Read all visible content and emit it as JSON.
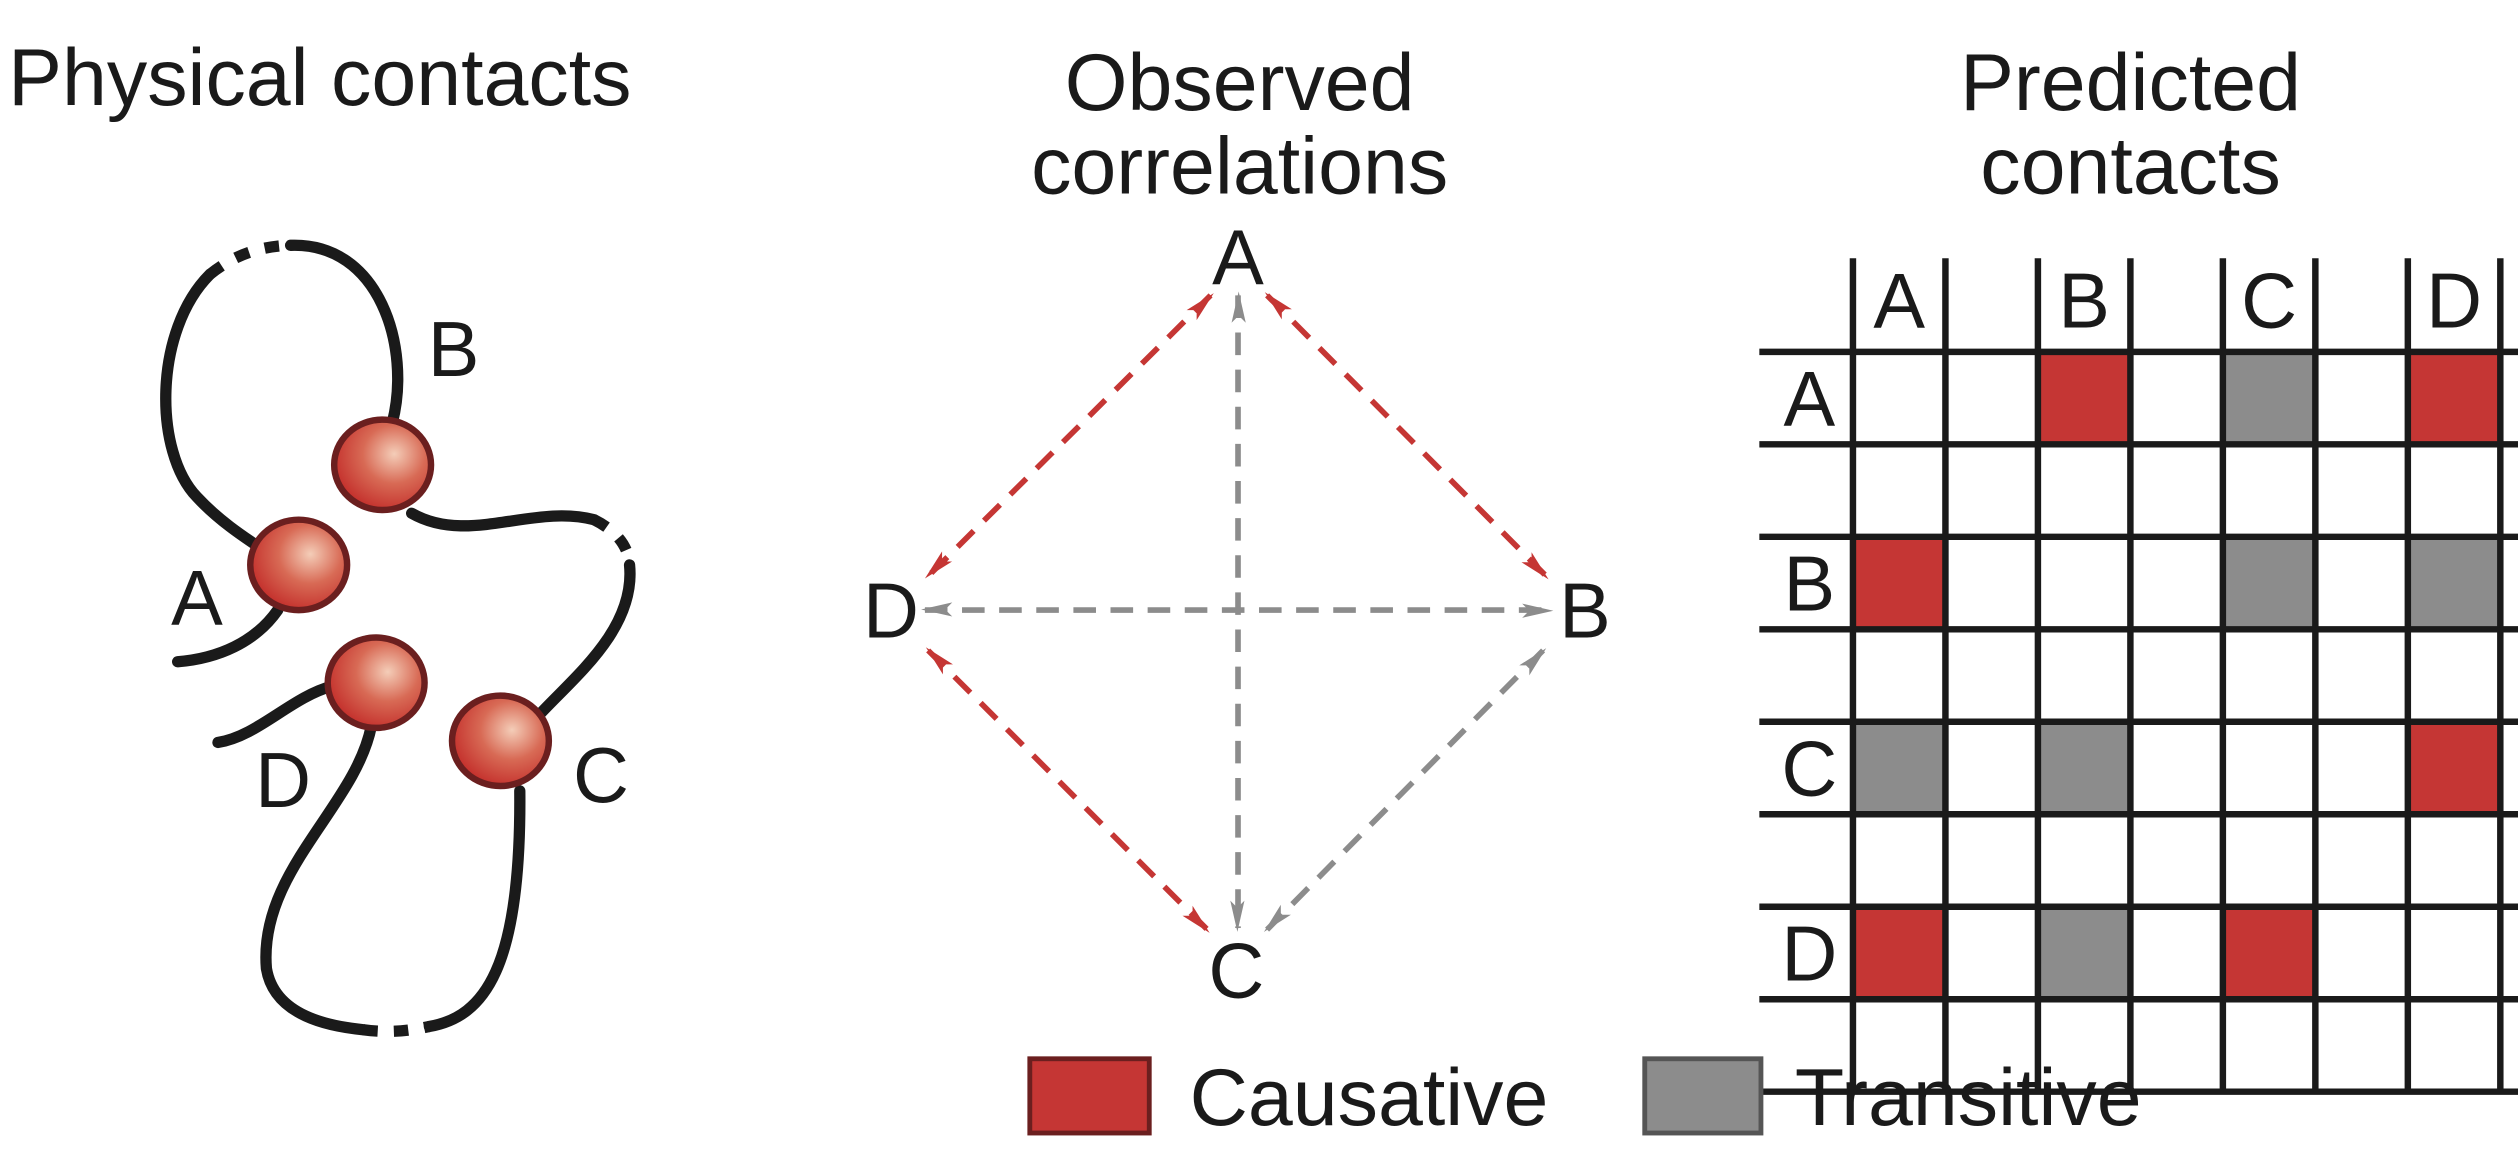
{
  "panels": {
    "physical": {
      "title": "Physical contacts",
      "residues": [
        "A",
        "B",
        "C",
        "D"
      ]
    },
    "observed": {
      "title_line1": "Observed",
      "title_line2": "correlations",
      "nodes": [
        "A",
        "B",
        "C",
        "D"
      ],
      "edges": [
        {
          "from": "A",
          "to": "B",
          "type": "causative"
        },
        {
          "from": "A",
          "to": "D",
          "type": "causative"
        },
        {
          "from": "D",
          "to": "C",
          "type": "causative"
        },
        {
          "from": "A",
          "to": "C",
          "type": "transitive"
        },
        {
          "from": "D",
          "to": "B",
          "type": "transitive"
        },
        {
          "from": "B",
          "to": "C",
          "type": "transitive"
        }
      ]
    },
    "predicted": {
      "title_line1": "Predicted",
      "title_line2": "contacts",
      "col_labels": [
        "A",
        "B",
        "C",
        "D"
      ],
      "row_labels": [
        "A",
        "B",
        "C",
        "D"
      ],
      "matrix": [
        [
          "none",
          "causative",
          "transitive",
          "causative"
        ],
        [
          "causative",
          "none",
          "transitive",
          "transitive"
        ],
        [
          "transitive",
          "transitive",
          "none",
          "causative"
        ],
        [
          "causative",
          "transitive",
          "causative",
          "none"
        ]
      ]
    }
  },
  "legend": {
    "causative": "Causative",
    "transitive": "Transitive"
  },
  "colors": {
    "causative": "#c53634",
    "transitive": "#8c8c8c",
    "bead_border": "#6b1f1f"
  }
}
